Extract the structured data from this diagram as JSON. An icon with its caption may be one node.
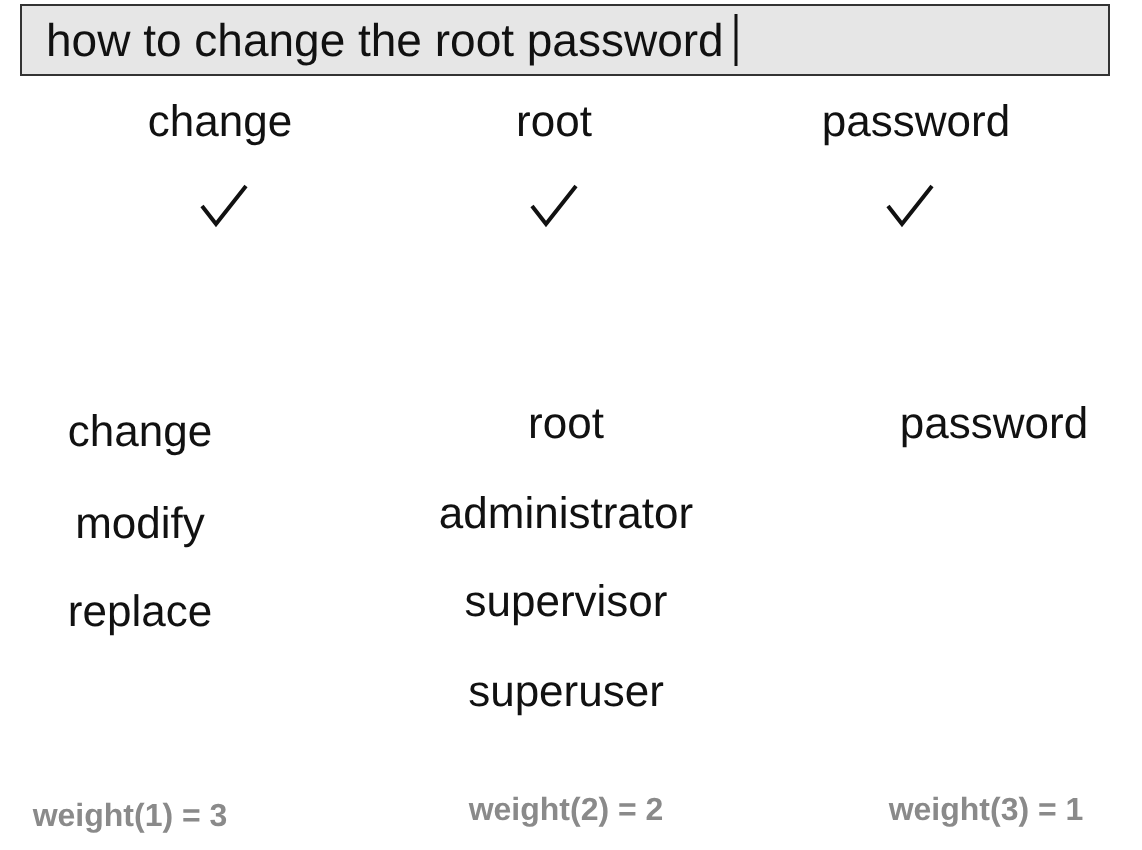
{
  "diagram": {
    "nodes": [
      {
        "text": [
          "how to change the root password"
        ]
      }
    ],
    "labels": [
      "change",
      "root",
      "password",
      "change",
      "root",
      "password",
      "modify",
      "administrator",
      "replace",
      "supervisor",
      "superuser",
      "weight(1) = 3",
      "weight(2) = 2",
      "weight(3) = 1"
    ]
  }
}
